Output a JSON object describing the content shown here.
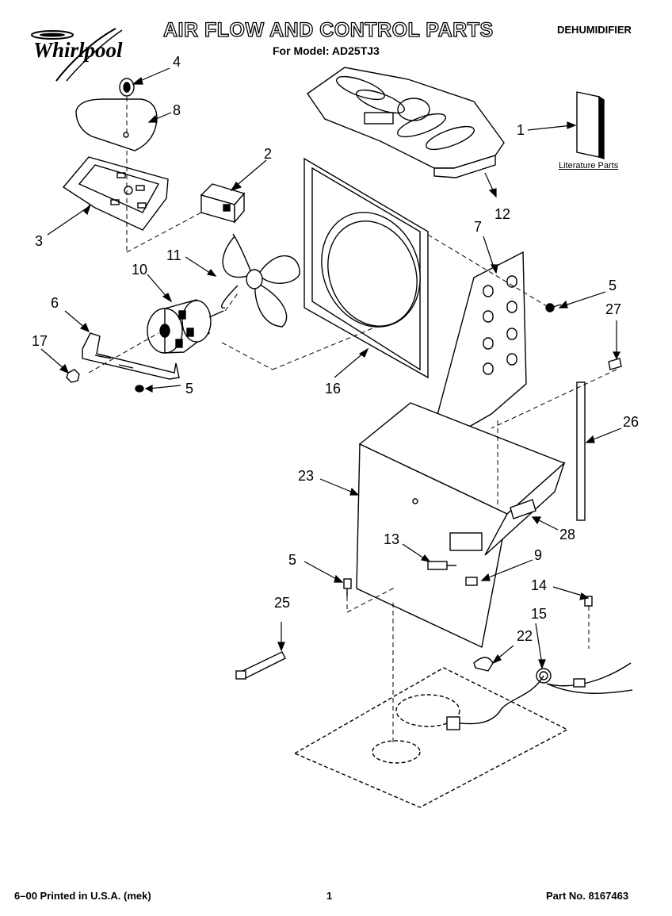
{
  "header": {
    "brand": "Whirlpool",
    "title": "AIR FLOW AND CONTROL PARTS",
    "model_line": "For Model: AD25TJ3",
    "appliance": "DEHUMIDIFIER"
  },
  "literature_label": "Literature Parts",
  "callouts": {
    "c1": "1",
    "c2": "2",
    "c3": "3",
    "c4": "4",
    "c5a": "5",
    "c5b": "5",
    "c5c": "5",
    "c6": "6",
    "c7": "7",
    "c8": "8",
    "c9": "9",
    "c10": "10",
    "c11": "11",
    "c12": "12",
    "c13": "13",
    "c14": "14",
    "c15": "15",
    "c16": "16",
    "c17": "17",
    "c22": "22",
    "c23": "23",
    "c25": "25",
    "c26": "26",
    "c27": "27",
    "c28": "28"
  },
  "footer": {
    "left": "6–00 Printed in U.S.A. (mek)",
    "page": "1",
    "part_no": "Part No. 8167463"
  }
}
